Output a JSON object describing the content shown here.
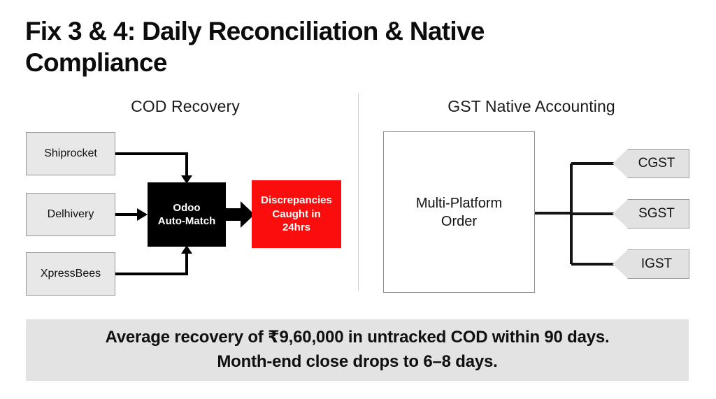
{
  "slide": {
    "title": "Fix 3 & 4: Daily Reconciliation & Native Compliance",
    "background_color": "#ffffff"
  },
  "cod_panel": {
    "heading": "COD Recovery",
    "sources": [
      {
        "label": "Shiprocket"
      },
      {
        "label": "Delhivery"
      },
      {
        "label": "XpressBees"
      }
    ],
    "hub": {
      "label_line1": "Odoo",
      "label_line2": "Auto-Match",
      "fill_color": "#000000",
      "text_color": "#ffffff"
    },
    "outcome": {
      "label_line1": "Discrepancies",
      "label_line2": "Caught in",
      "label_line3": "24hrs",
      "fill_color": "#fb0d0d",
      "text_color": "#ffffff"
    }
  },
  "gst_panel": {
    "heading": "GST Native Accounting",
    "order": {
      "label_line1": "Multi-Platform",
      "label_line2": "Order"
    },
    "tags": [
      {
        "label": "CGST"
      },
      {
        "label": "SGST"
      },
      {
        "label": "IGST"
      }
    ]
  },
  "summary": {
    "line1": "Average recovery of ₹9,60,000 in untracked COD within 90 days.",
    "line2": "Month-end close drops to 6–8 days.",
    "background_color": "#e3e3e3"
  }
}
